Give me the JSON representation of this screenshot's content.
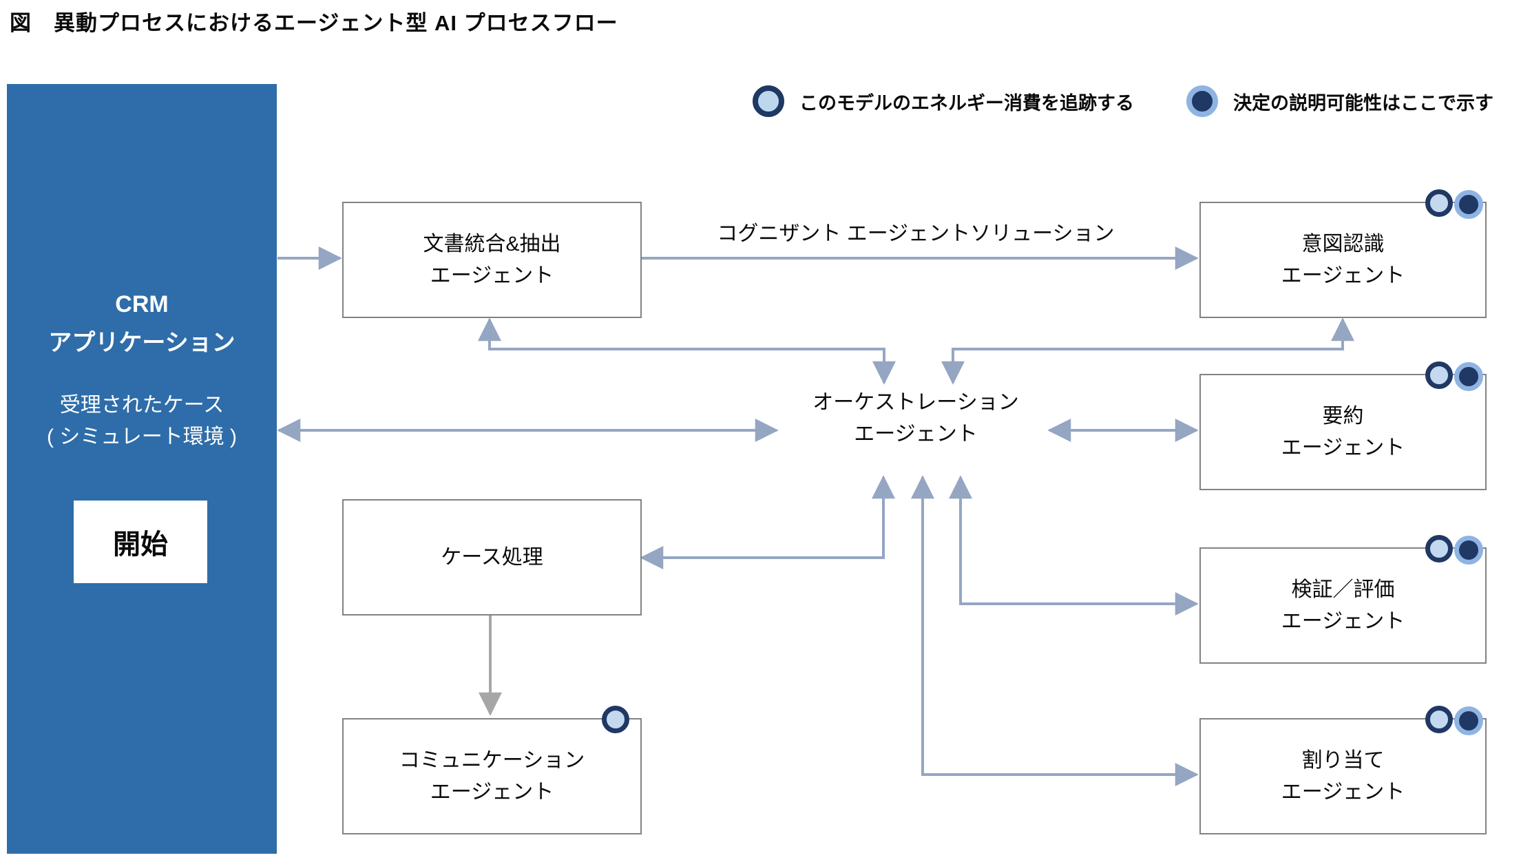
{
  "title": "図　異動プロセスにおけるエージェント型 AI プロセスフロー",
  "legend": {
    "energy": {
      "label": "このモデルのエネルギー消費を追跡する"
    },
    "explainability": {
      "label": "決定の説明可能性はここで示す"
    }
  },
  "crm_panel": {
    "title_line1": "CRM",
    "title_line2": "アプリケーション",
    "subtitle_line1": "受理されたケース",
    "subtitle_line2": "( シミュレート環境 )",
    "start_label": "開始"
  },
  "nodes": {
    "doc": {
      "line1": "文書統合&抽出",
      "line2": "エージェント"
    },
    "intent": {
      "line1": "意図認識",
      "line2": "エージェント"
    },
    "summary": {
      "line1": "要約",
      "line2": "エージェント"
    },
    "verify": {
      "line1": "検証／評価",
      "line2": "エージェント"
    },
    "assign": {
      "line1": "割り当て",
      "line2": "エージェント"
    },
    "case": {
      "line1": "ケース処理"
    },
    "comm": {
      "line1": "コミュニケーション",
      "line2": "エージェント"
    },
    "orchestration": {
      "line1": "オーケストレーション",
      "line2": "エージェント"
    }
  },
  "labels": {
    "solution_arrow": "コグニザント エージェントソリューション"
  },
  "colors": {
    "panel_blue": "#2e6da9",
    "arrow_blue": "#94a6c2",
    "arrow_gray": "#a6a6a6",
    "badge_navy": "#1f3864",
    "badge_light_fill": "#bdd7ee",
    "badge_light_ring": "#8fb4e3",
    "box_border": "#828282"
  }
}
